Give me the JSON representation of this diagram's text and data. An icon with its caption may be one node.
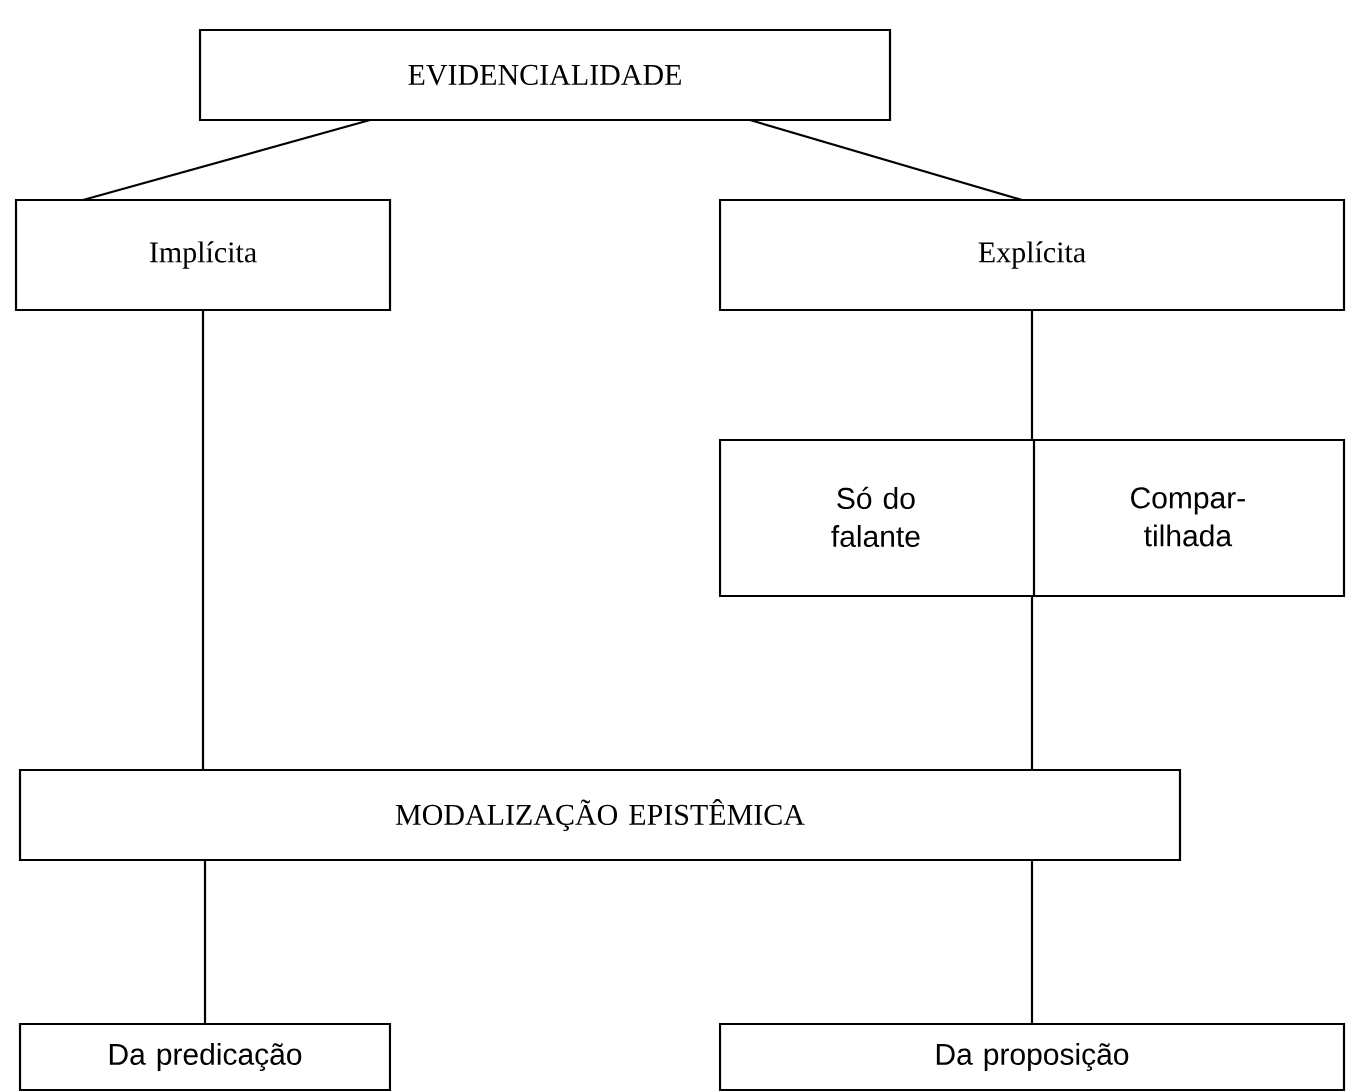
{
  "diagram": {
    "nodes": [
      {
        "text": [
          "EVIDENCIALIDADE"
        ]
      },
      {
        "text": [
          "Implícita"
        ]
      },
      {
        "text": [
          "Explícita"
        ]
      },
      {
        "text": [],
        "shape": "box"
      },
      {
        "text": [
          "Só do falante"
        ],
        "in": 3
      },
      {
        "text": [
          "Compar-tilhada"
        ],
        "in": 3
      },
      {
        "text": [
          "MODALIZAÇÃO EPISTÊMICA"
        ]
      },
      {
        "text": [
          "Da predicação"
        ]
      },
      {
        "text": [
          "Da proposição"
        ]
      }
    ],
    "edges": [
      {
        "from": 0,
        "to": 1,
        "arrow": "none"
      },
      {
        "from": 0,
        "to": 2,
        "arrow": "none"
      },
      {
        "from": 1,
        "to": 6,
        "arrow": "none"
      },
      {
        "from": 2,
        "to": 3,
        "arrow": "none"
      },
      {
        "from": 3,
        "to": 6,
        "arrow": "none"
      },
      {
        "from": 6,
        "to": 7,
        "arrow": "none"
      },
      {
        "from": 6,
        "to": 8,
        "arrow": "none"
      }
    ]
  }
}
